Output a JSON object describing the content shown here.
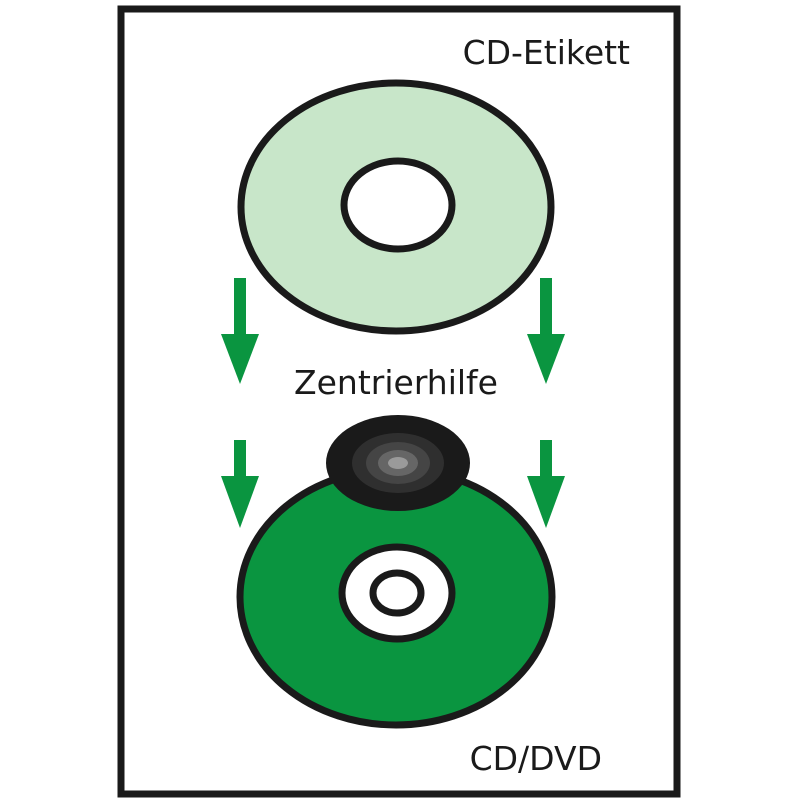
{
  "labels": {
    "label_top": "CD-Etikett",
    "label_middle": "Zentrierhilfe",
    "label_bottom": "CD/DVD"
  },
  "colors": {
    "frame": "#1a1a1a",
    "label_fill": "#c8e6c9",
    "disc_fill": "#0a9540",
    "arrow": "#0a9540",
    "hub_dark": "#1a1a1a",
    "hub_mid": "#555555",
    "hub_light": "#9a9a9a",
    "background": "#ffffff"
  }
}
